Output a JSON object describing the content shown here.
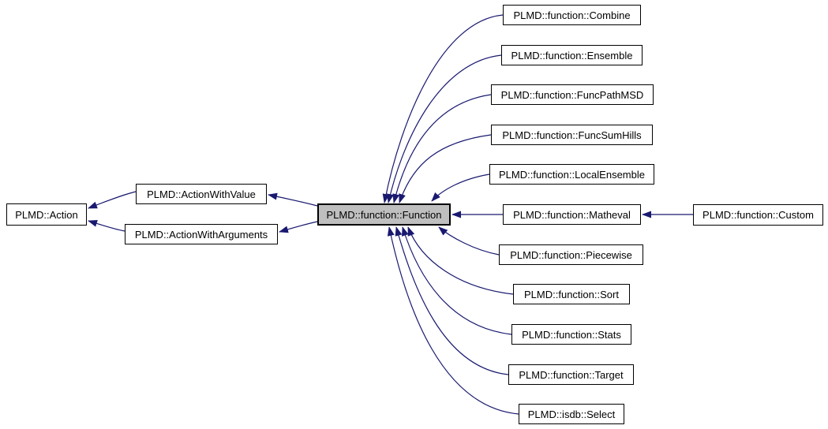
{
  "diagram": {
    "kind": "class-inheritance-graph",
    "colors": {
      "edge": "#191970",
      "node_border": "#000000",
      "node_fill": "#ffffff",
      "highlight_fill": "#bfbfbf",
      "background": "#ffffff"
    },
    "nodes": {
      "action": {
        "label": "PLMD::Action",
        "highlighted": false
      },
      "action_with_value": {
        "label": "PLMD::ActionWithValue",
        "highlighted": false
      },
      "action_with_arguments": {
        "label": "PLMD::ActionWithArguments",
        "highlighted": false
      },
      "function": {
        "label": "PLMD::function::Function",
        "highlighted": true
      },
      "combine": {
        "label": "PLMD::function::Combine",
        "highlighted": false
      },
      "ensemble": {
        "label": "PLMD::function::Ensemble",
        "highlighted": false
      },
      "func_path_msd": {
        "label": "PLMD::function::FuncPathMSD",
        "highlighted": false
      },
      "func_sum_hills": {
        "label": "PLMD::function::FuncSumHills",
        "highlighted": false
      },
      "local_ensemble": {
        "label": "PLMD::function::LocalEnsemble",
        "highlighted": false
      },
      "matheval": {
        "label": "PLMD::function::Matheval",
        "highlighted": false
      },
      "piecewise": {
        "label": "PLMD::function::Piecewise",
        "highlighted": false
      },
      "sort": {
        "label": "PLMD::function::Sort",
        "highlighted": false
      },
      "stats": {
        "label": "PLMD::function::Stats",
        "highlighted": false
      },
      "target": {
        "label": "PLMD::function::Target",
        "highlighted": false
      },
      "select": {
        "label": "PLMD::isdb::Select",
        "highlighted": false
      },
      "custom": {
        "label": "PLMD::function::Custom",
        "highlighted": false
      }
    },
    "edges": [
      {
        "derived": "PLMD::ActionWithValue",
        "base": "PLMD::Action"
      },
      {
        "derived": "PLMD::ActionWithArguments",
        "base": "PLMD::Action"
      },
      {
        "derived": "PLMD::function::Function",
        "base": "PLMD::ActionWithValue"
      },
      {
        "derived": "PLMD::function::Function",
        "base": "PLMD::ActionWithArguments"
      },
      {
        "derived": "PLMD::function::Combine",
        "base": "PLMD::function::Function"
      },
      {
        "derived": "PLMD::function::Ensemble",
        "base": "PLMD::function::Function"
      },
      {
        "derived": "PLMD::function::FuncPathMSD",
        "base": "PLMD::function::Function"
      },
      {
        "derived": "PLMD::function::FuncSumHills",
        "base": "PLMD::function::Function"
      },
      {
        "derived": "PLMD::function::LocalEnsemble",
        "base": "PLMD::function::Function"
      },
      {
        "derived": "PLMD::function::Matheval",
        "base": "PLMD::function::Function"
      },
      {
        "derived": "PLMD::function::Piecewise",
        "base": "PLMD::function::Function"
      },
      {
        "derived": "PLMD::function::Sort",
        "base": "PLMD::function::Function"
      },
      {
        "derived": "PLMD::function::Stats",
        "base": "PLMD::function::Function"
      },
      {
        "derived": "PLMD::function::Target",
        "base": "PLMD::function::Function"
      },
      {
        "derived": "PLMD::isdb::Select",
        "base": "PLMD::function::Function"
      },
      {
        "derived": "PLMD::function::Custom",
        "base": "PLMD::function::Matheval"
      }
    ]
  }
}
